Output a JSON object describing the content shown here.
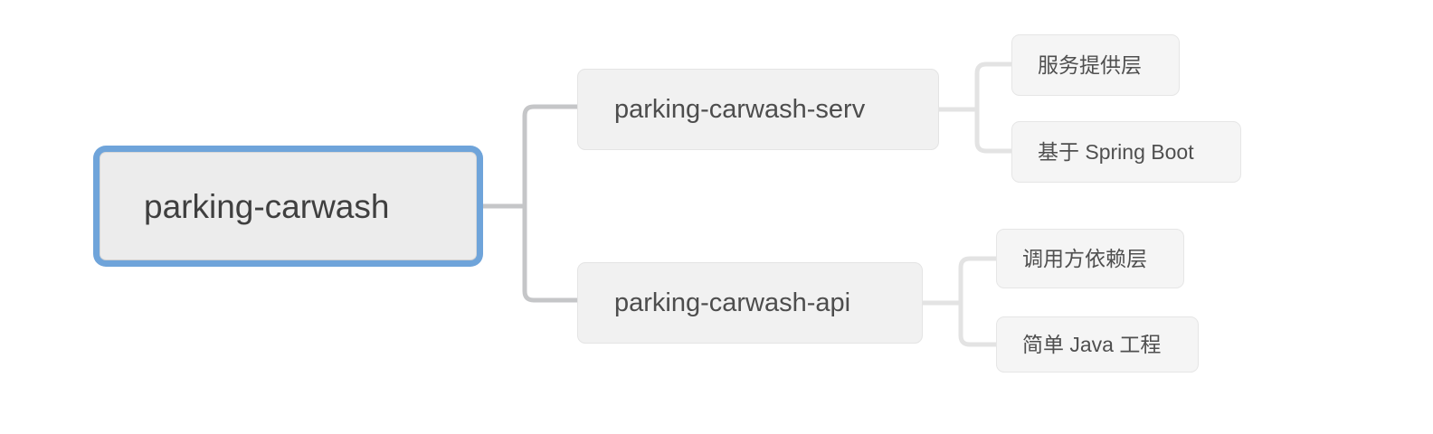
{
  "diagram": {
    "type": "mindmap",
    "orientation": "left-to-right",
    "background_color": "#ffffff",
    "selection_color": "#6fa4da",
    "node_fill_color": "#f2f2f2",
    "node_border_color": "#e2e2e2",
    "connector_color_level1": "#c5c6c8",
    "connector_color_level2": "#e3e3e3",
    "text_color": "#4a4a4a"
  },
  "root": {
    "label": "parking-carwash",
    "selected": true
  },
  "branches": [
    {
      "label": "parking-carwash-serv",
      "children": [
        {
          "label": "服务提供层"
        },
        {
          "label": "基于 Spring Boot"
        }
      ]
    },
    {
      "label": "parking-carwash-api",
      "children": [
        {
          "label": "调用方依赖层"
        },
        {
          "label": "简单 Java 工程"
        }
      ]
    }
  ]
}
